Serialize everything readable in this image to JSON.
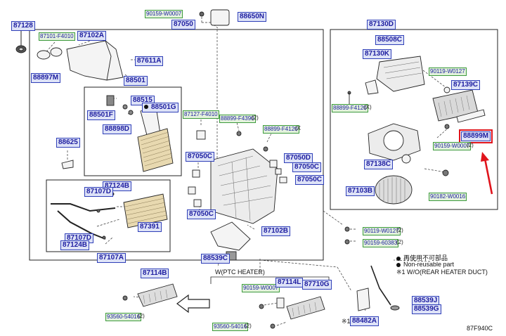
{
  "parts": {
    "p87128": "87128",
    "p90159_W0007_top": "90159-W0007",
    "p88650N": "88650N",
    "p87050_top": "87050",
    "p87101_F4010": "87101-F4010",
    "p87102A": "87102A",
    "p87611A": "87611A",
    "p88897M": "88897M",
    "p88501": "88501",
    "p88515": "88515",
    "p88501G": "88501G",
    "p88501F": "88501F",
    "p88898D": "88898D",
    "p88625": "88625",
    "p87127_F4010": "87127-F4010",
    "p88899_F4390": "88899-F4390",
    "p88899_F4120_mid": "88899-F4120",
    "p87050C_1": "87050C",
    "p87050D": "87050D",
    "p87050C_2": "87050C",
    "p87050C_3": "87050C",
    "p87050C_4": "87050C",
    "p87124B_1": "87124B",
    "p87107D_1": "87107D",
    "p87391": "87391",
    "p87107D_2": "87107D",
    "p87124B_2": "87124B",
    "p87107A": "87107A",
    "p87102B": "87102B",
    "p88539C": "88539C",
    "p87130D": "87130D",
    "p88508C": "88508C",
    "p87130K": "87130K",
    "p90119_W0127_top": "90119-W0127",
    "p87139C": "87139C",
    "p88899_F4120_right": "88899-F4120",
    "p88899M": "88899M",
    "p90159_W0007_right": "90159-W0007",
    "p87138C": "87138C",
    "p87103B": "87103B",
    "p90182_W0016": "90182-W0016",
    "p90119_W0127_mid": "90119-W0127",
    "p90159_60383": "90159-60383",
    "p87114B": "87114B",
    "p93560_54016_left": "93560-54016",
    "p90159_W0007_bottom": "90159-W0007",
    "p87114L": "87114L",
    "p87710G": "87710G",
    "p93560_54016_bottom": "93560-54016",
    "p88482A": "88482A",
    "p88539J": "88539J",
    "p88539G": "88539G"
  },
  "suffixes": {
    "x": "(X)",
    "two": "(2)",
    "x_mid": "(X"
  },
  "notes": {
    "legend_reuse": "再使用不可部品",
    "legend_nonreusable": "Non-reusable part",
    "legend_footnote": "※1 W/O(REAR HEATER DUCT)",
    "ptc_heater": "W(PTC HEATER)",
    "star1": "※1",
    "diagram_code": "87F940C"
  },
  "colors": {
    "label_fill": "#dde2f7",
    "label_border": "#2f3fb8",
    "small_fill": "#e3f2dc",
    "small_border": "#3c9a3c",
    "highlight": "#e0141c"
  },
  "icons": {
    "highlight_arrow": "red-arrow-icon",
    "direction_arrow": "outline-arrow-icon"
  }
}
